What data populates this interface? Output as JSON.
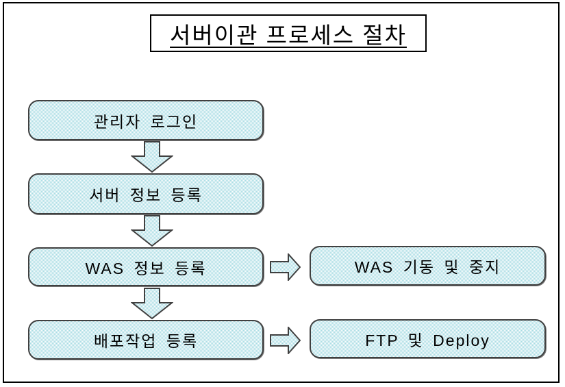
{
  "title": "서버이관 프로세스 절차",
  "diagram": {
    "main_steps": [
      {
        "id": "admin-login",
        "label": "관리자 로그인"
      },
      {
        "id": "server-info",
        "label": "서버 정보 등록"
      },
      {
        "id": "was-info",
        "label": "WAS 정보 등록"
      },
      {
        "id": "deploy-job",
        "label": "배포작업 등록"
      }
    ],
    "side_steps": [
      {
        "id": "was-start-stop",
        "label": "WAS 기동 및 중지",
        "connected_to": "WAS 정보 등록"
      },
      {
        "id": "ftp-deploy",
        "label": "FTP 및 Deploy",
        "connected_to": "배포작업 등록"
      }
    ],
    "connections": [
      {
        "from": "admin-login",
        "to": "server-info",
        "direction": "down"
      },
      {
        "from": "server-info",
        "to": "was-info",
        "direction": "down"
      },
      {
        "from": "was-info",
        "to": "deploy-job",
        "direction": "down"
      },
      {
        "from": "was-info",
        "to": "was-start-stop",
        "direction": "right"
      },
      {
        "from": "deploy-job",
        "to": "ftp-deploy",
        "direction": "right"
      }
    ]
  },
  "icons": {
    "down_arrow": "down-arrow-icon",
    "right_arrow": "right-arrow-icon"
  },
  "colors": {
    "node_fill_checker": "#a6dbe3",
    "node_fill_base": "#ffffff",
    "node_border": "#404040",
    "frame_border": "#000000",
    "text": "#000000"
  }
}
